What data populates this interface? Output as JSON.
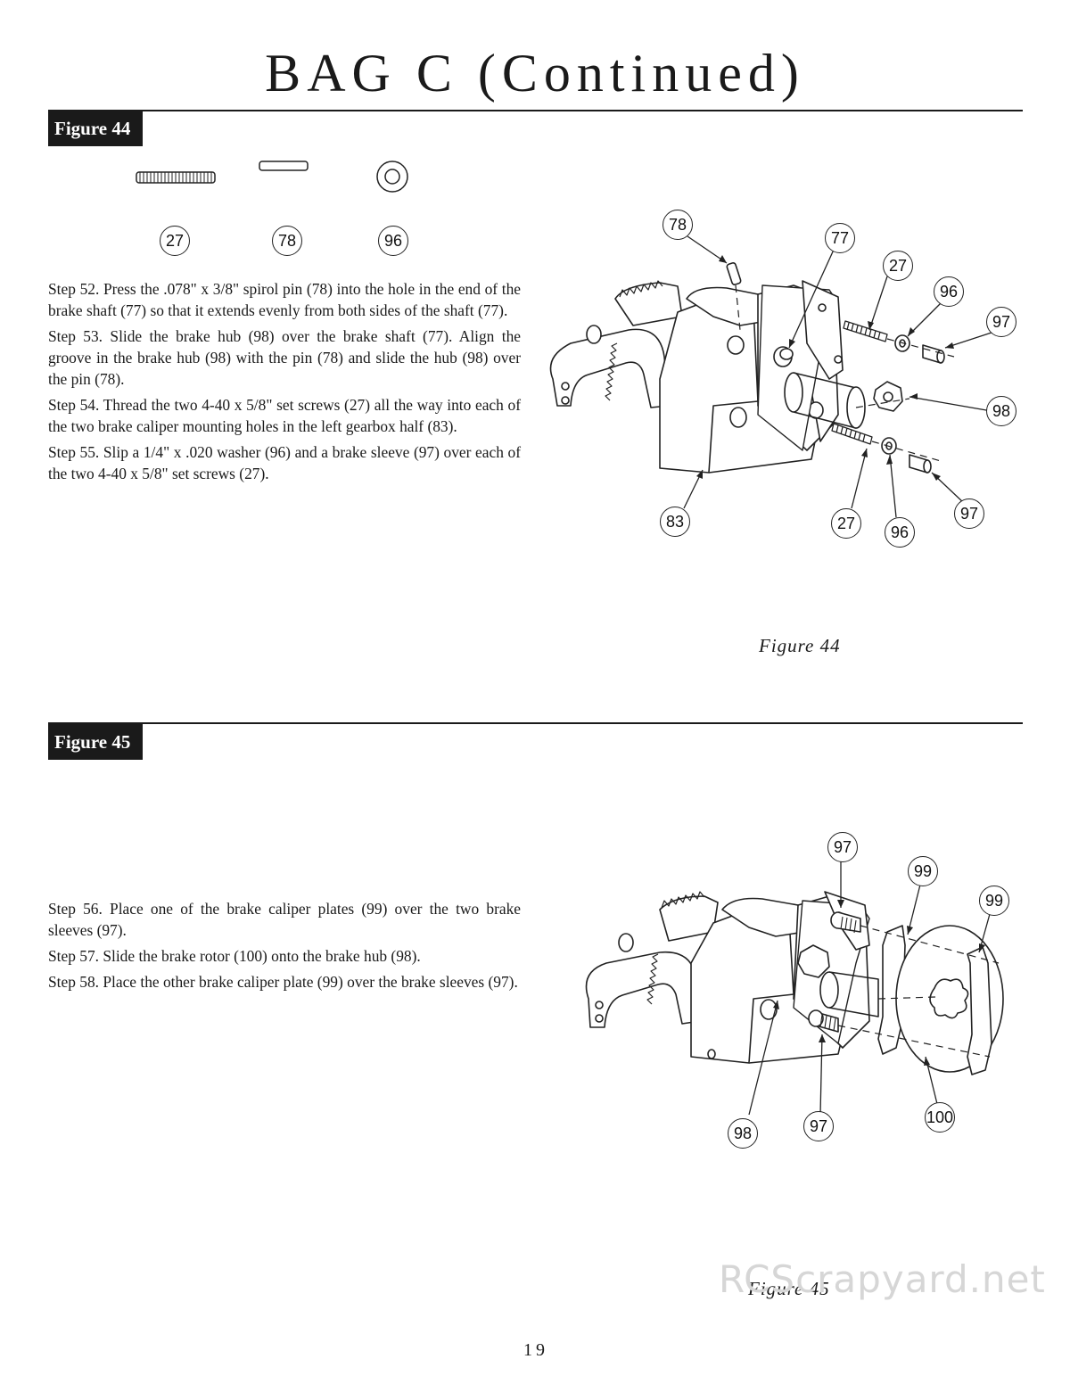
{
  "page": {
    "title": "BAG C (Continued)",
    "page_number": "19",
    "watermark": "RCScrapyard.net"
  },
  "figure44": {
    "tag": "Figure 44",
    "caption": "Figure 44",
    "parts_row": [
      "27",
      "78",
      "96"
    ],
    "steps": [
      "Step 52. Press the .078\" x 3/8\" spirol pin (78) into the hole in the end of the brake shaft (77) so that it extends evenly from both sides of the shaft (77).",
      "Step 53. Slide the brake hub (98) over the brake shaft (77). Align the groove in the brake hub (98) with the pin (78) and slide the hub (98) over the pin (78).",
      "Step 54. Thread the two 4-40 x 5/8\" set screws (27) all the way into each of the two brake caliper mounting holes in the left gearbox half (83).",
      "Step 55. Slip a 1/4\" x .020 washer (96) and a brake sleeve (97) over each of the two 4-40 x 5/8\" set screws (27)."
    ],
    "callouts": {
      "c78": "78",
      "c77": "77",
      "c27a": "27",
      "c96a": "96",
      "c97a": "97",
      "c98": "98",
      "c83": "83",
      "c27b": "27",
      "c96b": "96",
      "c97b": "97"
    }
  },
  "figure45": {
    "tag": "Figure 45",
    "caption": "Figure 45",
    "steps": [
      "Step 56. Place one of the brake caliper plates (99) over the two brake sleeves (97).",
      "Step 57. Slide the brake rotor (100) onto the brake hub (98).",
      "Step 58. Place the other brake caliper plate (99) over the brake sleeves (97)."
    ],
    "callouts": {
      "c97a": "97",
      "c99a": "99",
      "c99b": "99",
      "c98": "98",
      "c97b": "97",
      "c100": "100"
    }
  }
}
